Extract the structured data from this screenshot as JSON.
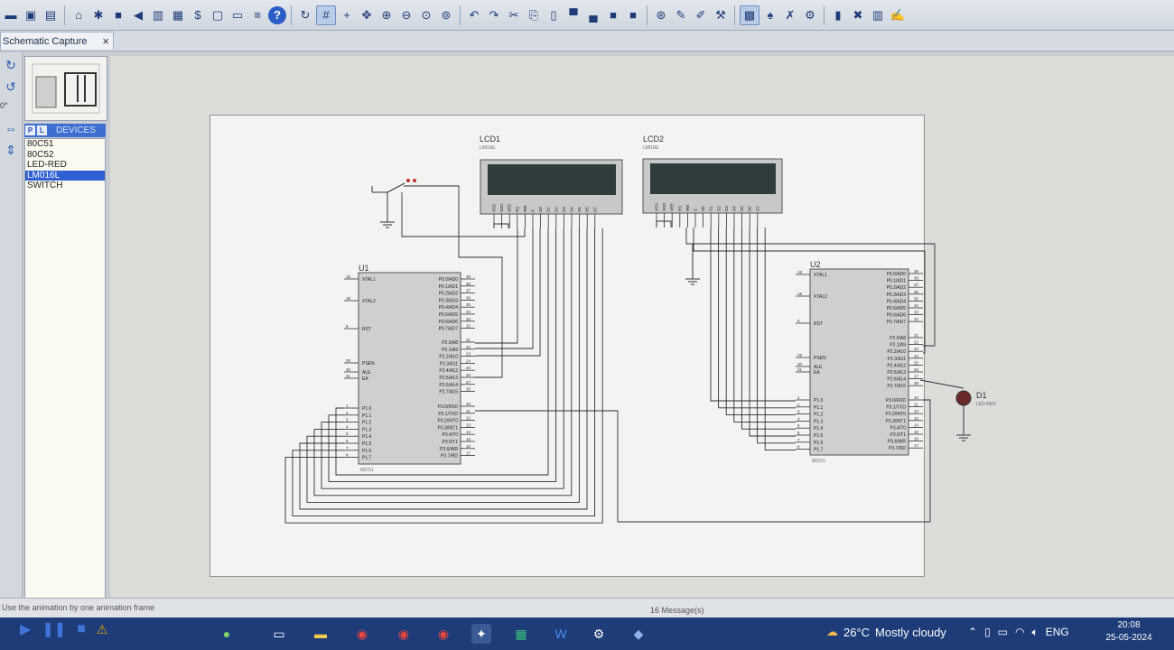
{
  "tab": {
    "label": "Schematic Capture",
    "close": "×"
  },
  "left_panel": {
    "angle": "0°",
    "devices_label": "DEVICES",
    "p": "P",
    "l": "L",
    "devices": [
      "80C51",
      "80C52",
      "LED-RED",
      "LM016L",
      "SWITCH"
    ],
    "selected": "LM016L"
  },
  "schematic": {
    "lcd1": {
      "ref": "LCD1",
      "part": "LM016L"
    },
    "lcd2": {
      "ref": "LCD2",
      "part": "LM016L"
    },
    "u1": {
      "ref": "U1",
      "part": "80C51"
    },
    "u2": {
      "ref": "U2",
      "part": "80C51"
    },
    "d1": {
      "ref": "D1",
      "part": "LED-RED"
    },
    "mcu_left_pins": [
      "XTAL1",
      "XTAL2",
      "RST",
      "PSEN",
      "ALE",
      "EA",
      "P1.0",
      "P1.1",
      "P1.2",
      "P1.3",
      "P1.4",
      "P1.5",
      "P1.6",
      "P1.7"
    ],
    "mcu_left_nums": [
      "19",
      "18",
      "9",
      "29",
      "30",
      "31",
      "1",
      "2",
      "3",
      "4",
      "5",
      "6",
      "7",
      "8"
    ],
    "mcu_right_pins": [
      "P0.0/AD0",
      "P0.1/AD1",
      "P0.2/AD2",
      "P0.3/AD3",
      "P0.4/AD4",
      "P0.5/AD5",
      "P0.6/AD6",
      "P0.7/AD7",
      "P2.0/A8",
      "P2.1/A9",
      "P2.2/A10",
      "P2.3/A11",
      "P2.4/A12",
      "P2.5/A13",
      "P2.6/A14",
      "P2.7/A15",
      "P3.0/RXD",
      "P3.1/TXD",
      "P3.2/INT0",
      "P3.3/INT1",
      "P3.4/T0",
      "P3.5/T1",
      "P3.6/WR",
      "P3.7/RD"
    ],
    "mcu_right_nums": [
      "39",
      "38",
      "37",
      "36",
      "35",
      "34",
      "33",
      "32",
      "21",
      "22",
      "23",
      "24",
      "25",
      "26",
      "27",
      "28",
      "10",
      "11",
      "12",
      "13",
      "14",
      "15",
      "16",
      "17"
    ],
    "lcd_pins": [
      "VSS",
      "VDD",
      "VEE",
      "RS",
      "RW",
      "E",
      "D0",
      "D1",
      "D2",
      "D3",
      "D4",
      "D5",
      "D6",
      "D7"
    ]
  },
  "status": {
    "hint": "Use the animation by one animation frame",
    "messages": "16 Message(s)"
  },
  "taskbar": {
    "temperature": "26°C",
    "weather": "Mostly cloudy",
    "lang": "ENG",
    "time": "20:08",
    "date": "25-05-2024"
  }
}
